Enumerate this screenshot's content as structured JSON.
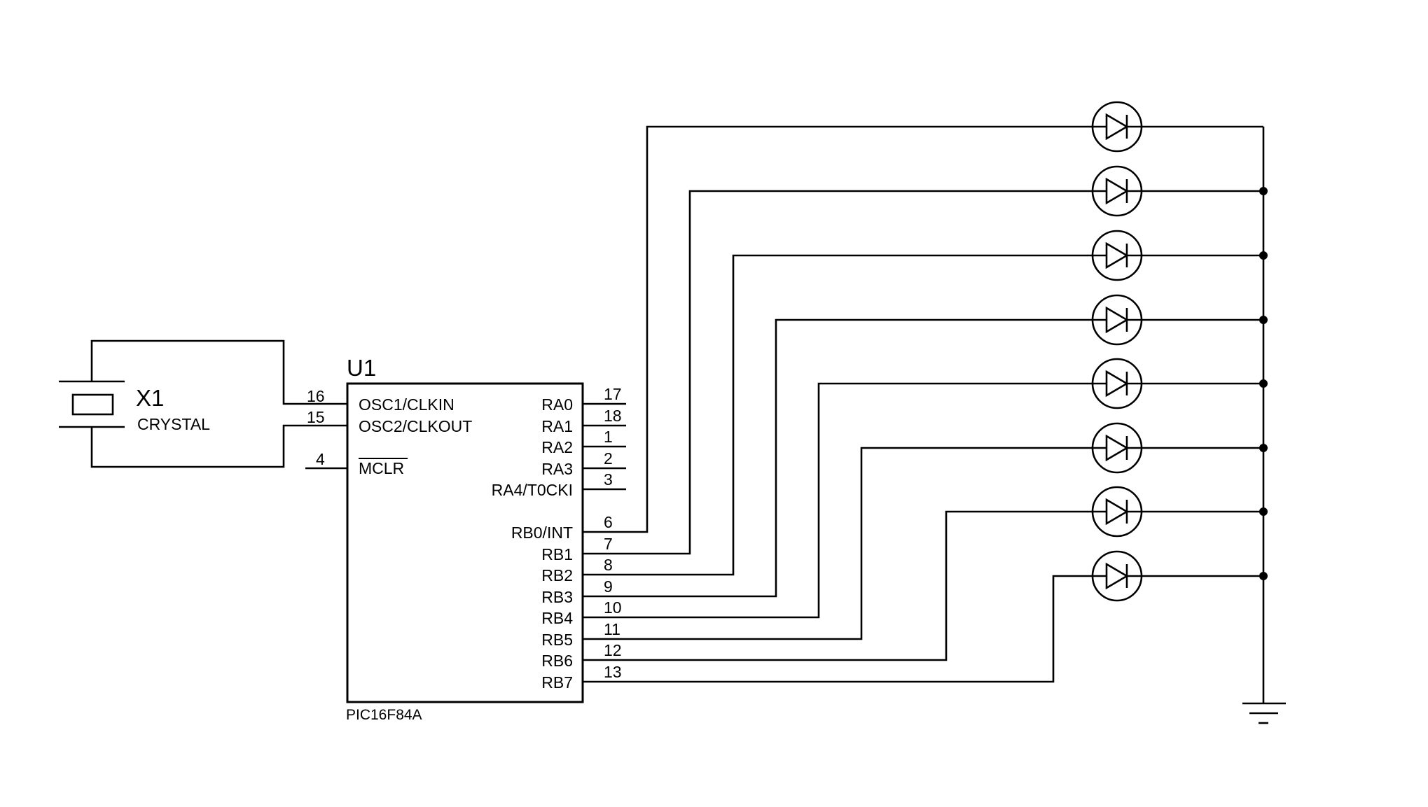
{
  "crystal": {
    "ref": "X1",
    "value": "CRYSTAL"
  },
  "mcu": {
    "ref": "U1",
    "part": "PIC16F84A",
    "left_pins": [
      {
        "name": "OSC1/CLKIN",
        "number": "16"
      },
      {
        "name": "OSC2/CLKOUT",
        "number": "15"
      },
      {
        "name": "MCLR",
        "number": "4",
        "overbar": true
      }
    ],
    "right_pins_a": [
      {
        "name": "RA0",
        "number": "17"
      },
      {
        "name": "RA1",
        "number": "18"
      },
      {
        "name": "RA2",
        "number": "1"
      },
      {
        "name": "RA3",
        "number": "2"
      },
      {
        "name": "RA4/T0CKI",
        "number": "3"
      }
    ],
    "right_pins_b": [
      {
        "name": "RB0/INT",
        "number": "6"
      },
      {
        "name": "RB1",
        "number": "7"
      },
      {
        "name": "RB2",
        "number": "8"
      },
      {
        "name": "RB3",
        "number": "9"
      },
      {
        "name": "RB4",
        "number": "10"
      },
      {
        "name": "RB5",
        "number": "11"
      },
      {
        "name": "RB6",
        "number": "12"
      },
      {
        "name": "RB7",
        "number": "13"
      }
    ]
  },
  "leds": {
    "count": 8,
    "connected_to": [
      "RB0/INT",
      "RB1",
      "RB2",
      "RB3",
      "RB4",
      "RB5",
      "RB6",
      "RB7"
    ]
  },
  "ground": {
    "icon": "ground-symbol"
  }
}
